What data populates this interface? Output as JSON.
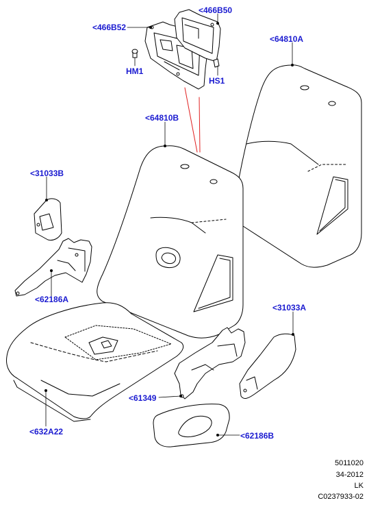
{
  "callouts": {
    "c466B50": "<466B50",
    "c466B52": "<466B52",
    "cHM1": "HM1",
    "cHS1": "HS1",
    "c64810A": "<64810A",
    "c64810B": "<64810B",
    "c31033B": "<31033B",
    "c62186A": "<62186A",
    "c31033A": "<31033A",
    "c61349": "<61349",
    "c632A22": "<632A22",
    "c62186B": "<62186B"
  },
  "footer": {
    "line1": "5011020",
    "line2": "34-2012",
    "line3": "LK",
    "line4": "C0237933-02"
  },
  "colors": {
    "callout": "#1a1ad0",
    "leader": "#000000",
    "highlight": "#e02020"
  }
}
